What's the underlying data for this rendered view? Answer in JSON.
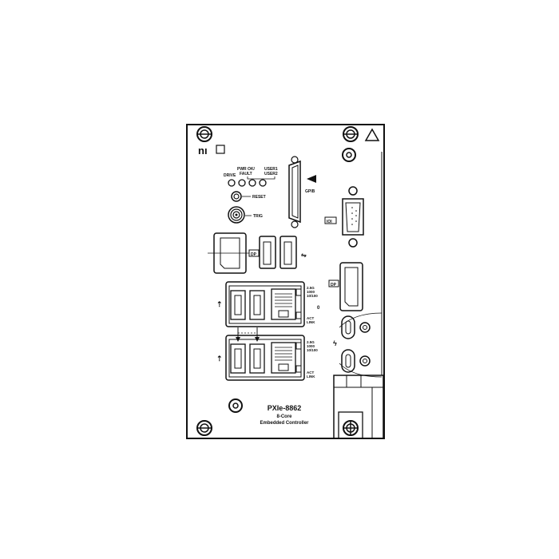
{
  "brand": {
    "logo_text": "nı"
  },
  "labels": {
    "drive": "DRIVE",
    "pwr_ok": "PWR OK/",
    "fault": "FAULT",
    "user1": "USER1",
    "user2": "USER2",
    "reset": "RESET",
    "trig": "TRIG",
    "gpib": "GPIB",
    "ioi": "IOI",
    "dp1": "DP",
    "dp2": "DP",
    "eth1_speeds": [
      "2.5G",
      "1000",
      "10/100"
    ],
    "eth2_speeds": [
      "2.5G",
      "1000",
      "10/100"
    ],
    "act_link": [
      "ACT",
      "LINK"
    ],
    "act_link2": [
      "ACT",
      "LINK"
    ],
    "eth_index": "0"
  },
  "product": {
    "model": "PXIe-8862",
    "cores": "8-Core",
    "type": "Embedded Controller"
  },
  "colors": {
    "stroke": "#111111",
    "panel": "#ffffff"
  }
}
